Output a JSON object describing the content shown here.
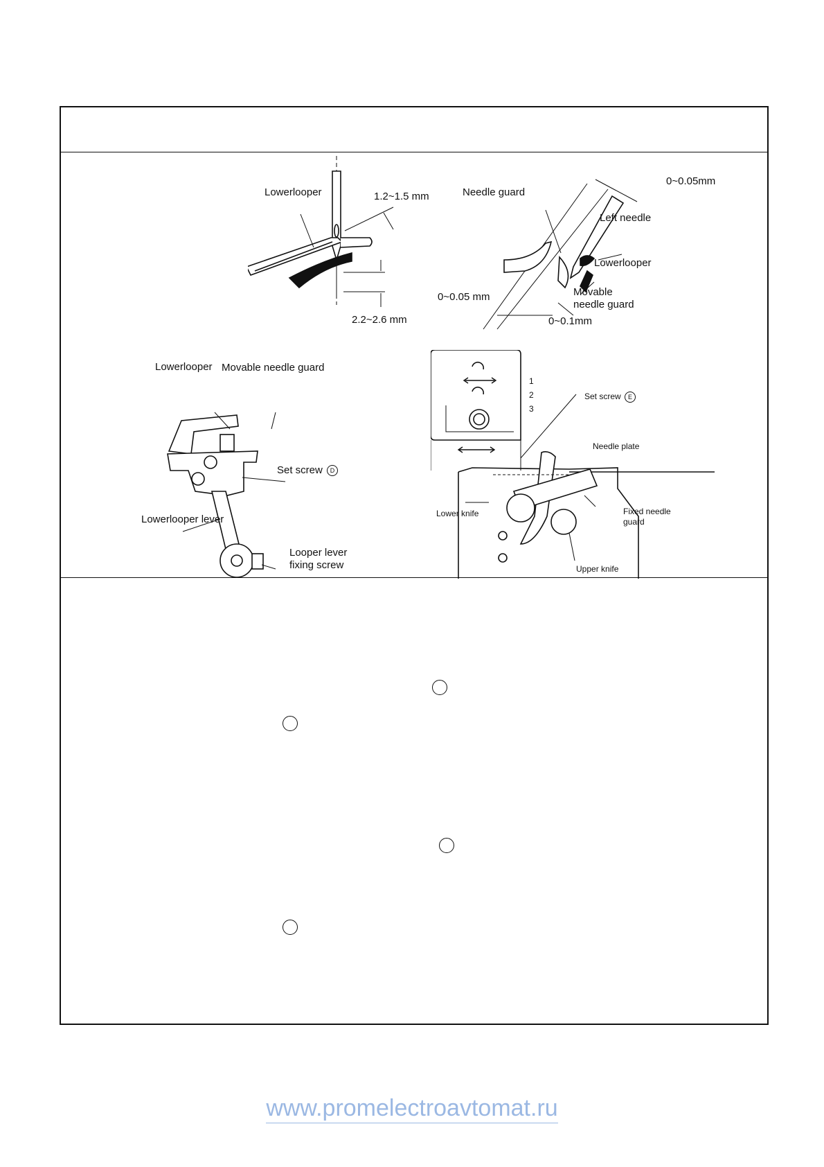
{
  "figure_tl": {
    "lower_looper": "Lowerlooper",
    "dim_top": "1.2~1.5 mm",
    "dim_bottom": "2.2~2.6 mm"
  },
  "figure_tr": {
    "dim_top": "0~0.05mm",
    "needle_guard": "Needle guard",
    "left_needle": "Left needle",
    "lower_looper": "Lowerlooper",
    "movable_needle_guard_1": "Movable",
    "movable_needle_guard_2": "needle guard",
    "dim_left": "0~0.05 mm",
    "dim_right": "0~0.1mm"
  },
  "figure_bl": {
    "lower_looper": "Lowerlooper",
    "movable_needle_guard": "Movable needle guard",
    "set_screw": "Set screw",
    "set_screw_letter": "D",
    "lower_looper_lever": "Lowerlooper lever",
    "looper_lever_fixing_screw_1": "Looper lever",
    "looper_lever_fixing_screw_2": "fixing screw"
  },
  "figure_br": {
    "step_1": "1",
    "step_2": "2",
    "step_3": "3",
    "set_screw": "Set screw",
    "set_screw_letter": "E",
    "needle_plate": "Needle plate",
    "lower_knife": "Lower knife",
    "fixed_needle_guard_1": "Fixed needle",
    "fixed_needle_guard_2": "guard",
    "upper_knife": "Upper knife"
  },
  "footer": {
    "url": "www.promelectroavtomat.ru"
  }
}
